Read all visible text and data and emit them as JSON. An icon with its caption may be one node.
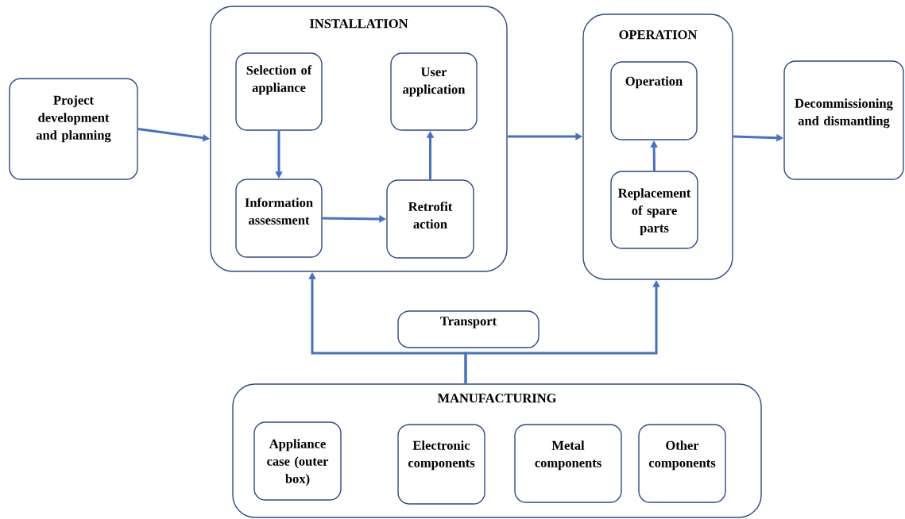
{
  "diagram": {
    "nodes": [
      {
        "text": [
          "Project development and planning"
        ]
      },
      {
        "text": [
          "INSTALLATION"
        ]
      },
      {
        "text": [
          "Selection of appliance"
        ],
        "in": 1
      },
      {
        "text": [
          "User application"
        ],
        "in": 1
      },
      {
        "text": [
          "Information assessment"
        ],
        "in": 1
      },
      {
        "text": [
          "Retrofit action"
        ],
        "in": 1
      },
      {
        "text": [
          "OPERATION"
        ]
      },
      {
        "text": [
          "Operation"
        ],
        "in": 6
      },
      {
        "text": [
          "Replacement of spare parts"
        ],
        "in": 6
      },
      {
        "text": [
          "Decommissioning and dismantling"
        ]
      },
      {
        "text": [
          "Transport"
        ]
      },
      {
        "text": [
          "MANUFACTURING"
        ]
      },
      {
        "text": [
          "Appliance case (outer box)"
        ],
        "in": 11
      },
      {
        "text": [
          "Electronic components"
        ],
        "in": 11
      },
      {
        "text": [
          "Metal components"
        ],
        "in": 11
      },
      {
        "text": [
          "Other components"
        ],
        "in": 11
      }
    ],
    "edges": [
      {
        "from": 0,
        "to": 1,
        "arrow": "to"
      },
      {
        "from": 2,
        "to": 4,
        "arrow": "to"
      },
      {
        "from": 4,
        "to": 5,
        "arrow": "to"
      },
      {
        "from": 5,
        "to": 3,
        "arrow": "to"
      },
      {
        "from": 1,
        "to": 6,
        "arrow": "to"
      },
      {
        "from": 8,
        "to": 7,
        "arrow": "to"
      },
      {
        "from": 6,
        "to": 9,
        "arrow": "to"
      },
      {
        "from": 11,
        "to": 1,
        "arrow": "to"
      },
      {
        "from": 11,
        "to": 6,
        "arrow": "to"
      }
    ]
  }
}
